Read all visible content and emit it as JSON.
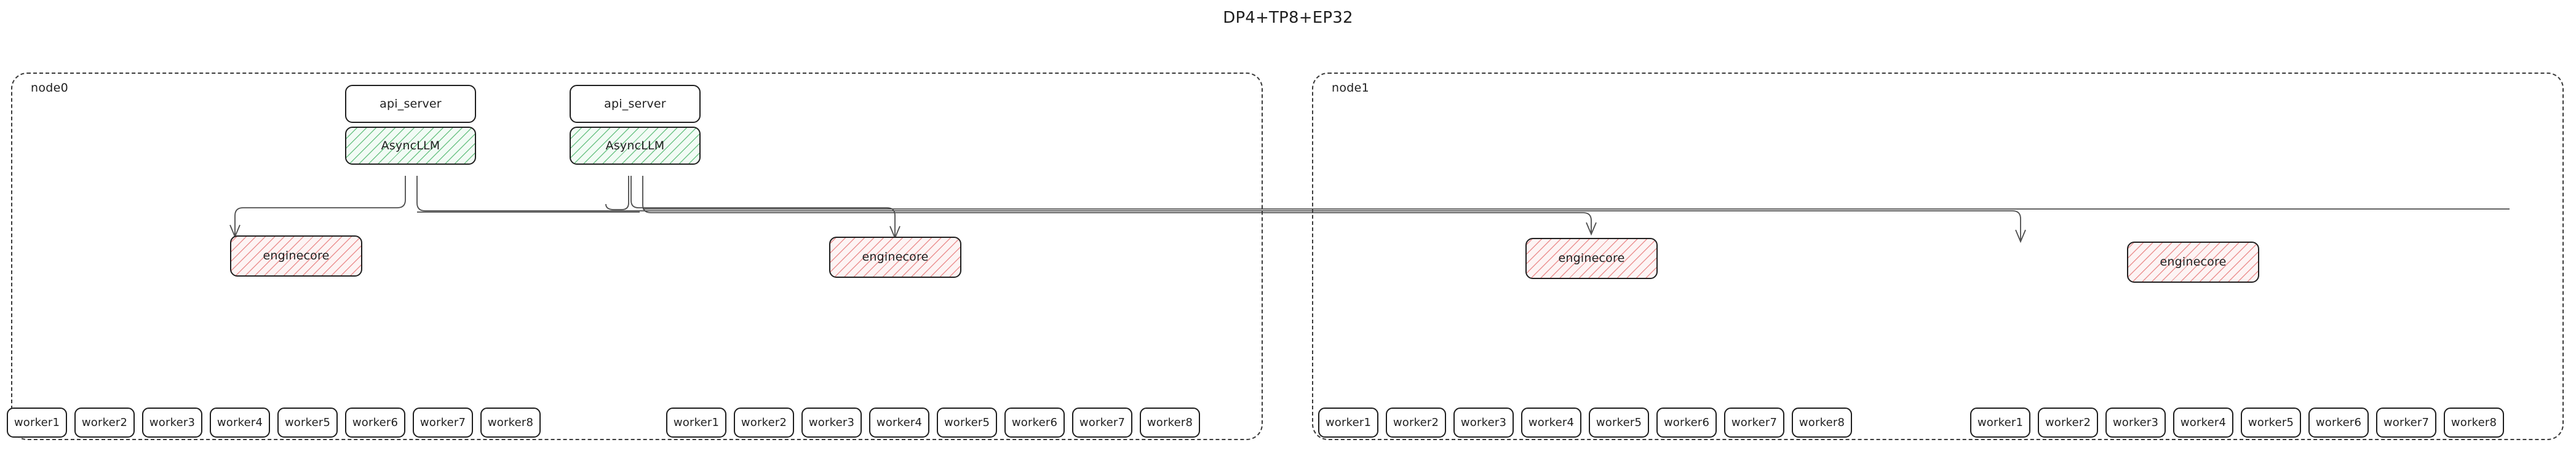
{
  "title": "DP4+TP8+EP32",
  "diagram": {
    "type": "deployment-topology",
    "parallelism": {
      "dp": 4,
      "tp": 8,
      "ep": 32
    },
    "node_count": 2,
    "engines_per_node": 2,
    "workers_per_engine": 8
  },
  "nodes": [
    {
      "id": "node0",
      "label": "node0",
      "frontends": [
        {
          "api_label": "api_server",
          "async_label": "AsyncLLM"
        },
        {
          "api_label": "api_server",
          "async_label": "AsyncLLM"
        }
      ],
      "engines": [
        {
          "label": "enginecore",
          "workers": [
            {
              "label": "worker1"
            },
            {
              "label": "worker2"
            },
            {
              "label": "worker3"
            },
            {
              "label": "worker4"
            },
            {
              "label": "worker5"
            },
            {
              "label": "worker6"
            },
            {
              "label": "worker7"
            },
            {
              "label": "worker8"
            }
          ]
        },
        {
          "label": "enginecore",
          "workers": [
            {
              "label": "worker1"
            },
            {
              "label": "worker2"
            },
            {
              "label": "worker3"
            },
            {
              "label": "worker4"
            },
            {
              "label": "worker5"
            },
            {
              "label": "worker6"
            },
            {
              "label": "worker7"
            },
            {
              "label": "worker8"
            }
          ]
        }
      ]
    },
    {
      "id": "node1",
      "label": "node1",
      "frontends": [],
      "engines": [
        {
          "label": "enginecore",
          "workers": [
            {
              "label": "worker1"
            },
            {
              "label": "worker2"
            },
            {
              "label": "worker3"
            },
            {
              "label": "worker4"
            },
            {
              "label": "worker5"
            },
            {
              "label": "worker6"
            },
            {
              "label": "worker7"
            },
            {
              "label": "worker8"
            }
          ]
        },
        {
          "label": "enginecore",
          "workers": [
            {
              "label": "worker1"
            },
            {
              "label": "worker2"
            },
            {
              "label": "worker3"
            },
            {
              "label": "worker4"
            },
            {
              "label": "worker5"
            },
            {
              "label": "worker6"
            },
            {
              "label": "worker7"
            },
            {
              "label": "worker8"
            }
          ]
        }
      ]
    }
  ],
  "colors": {
    "stroke": "#1f1f1f",
    "connector": "#4d4d4d",
    "async_hatch": "#58bb74",
    "async_fill": "#f2fbf5",
    "engine_hatch": "#e77878",
    "engine_fill": "#fdf4f4",
    "cluster_border": "#3a3a3a",
    "background": "#ffffff"
  }
}
